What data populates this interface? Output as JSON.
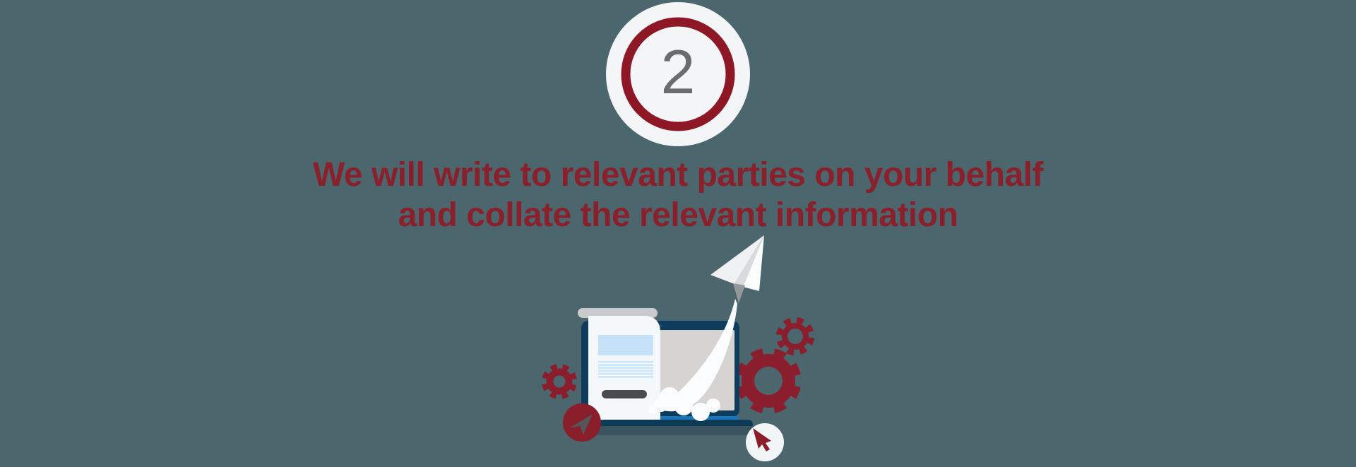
{
  "step": {
    "number": "2",
    "badge_shape": "circle-with-maroon-ring"
  },
  "headline": {
    "line1": "We will write to relevant parties on your behalf",
    "line2": "and collate the relevant information"
  },
  "illustration": {
    "icons": [
      "laptop-icon",
      "letter-document-icon",
      "document-image-placeholder",
      "document-text-lines",
      "document-button-pill",
      "paper-plane-icon",
      "launch-trail-icon",
      "launch-cloud-icon",
      "gear-icon-left",
      "gear-icon-large",
      "gear-icon-small",
      "send-arrow-cursor-badge",
      "pointer-cursor-badge"
    ]
  },
  "colors": {
    "background": "#4b666d",
    "maroon_text": "#8a202c",
    "maroon_ring": "#8e1726",
    "maroon_gear": "#8b1e2d",
    "badge_background": "#f4f5f6",
    "step_number_gray": "#6b6c6e",
    "laptop_frame_navy": "#0d3c5c",
    "laptop_base_navy": "#0d3a55",
    "laptop_base_highlight_blue": "#1b75ba",
    "laptop_shadow_bar": "#3a545f",
    "screen_gray": "#d6d3d0",
    "page_white": "#f4f8fb",
    "page_fold_gray": "#c8cacc",
    "page_image_blue": "#c5e1f8",
    "page_line_blue": "#cfe7fa",
    "page_button_gray": "#4a4b4c",
    "cursor_gray": "#55565a",
    "trail_white": "#fafcfd"
  }
}
